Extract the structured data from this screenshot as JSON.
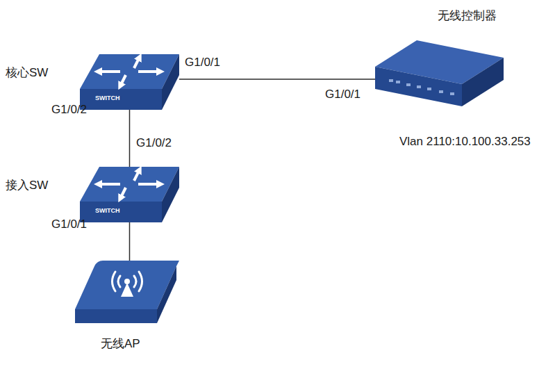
{
  "diagram": {
    "nodes": [
      {
        "text": [
          "核心SW",
          "SWITCH"
        ]
      },
      {
        "text": [
          "无线控制器",
          "Vlan 2110:10.100.33.253"
        ]
      },
      {
        "text": [
          "接入SW",
          "SWITCH"
        ]
      },
      {
        "text": [
          "无线AP"
        ]
      }
    ],
    "edges": [
      {
        "from": 0,
        "to": 1,
        "arrow": "none"
      },
      {
        "from": 0,
        "to": 2,
        "arrow": "none"
      },
      {
        "from": 2,
        "to": 3,
        "arrow": "none"
      }
    ],
    "labels": [
      "G1/0/1",
      "G1/0/1",
      "G1/0/2",
      "G1/0/2",
      "G1/0/1"
    ]
  }
}
